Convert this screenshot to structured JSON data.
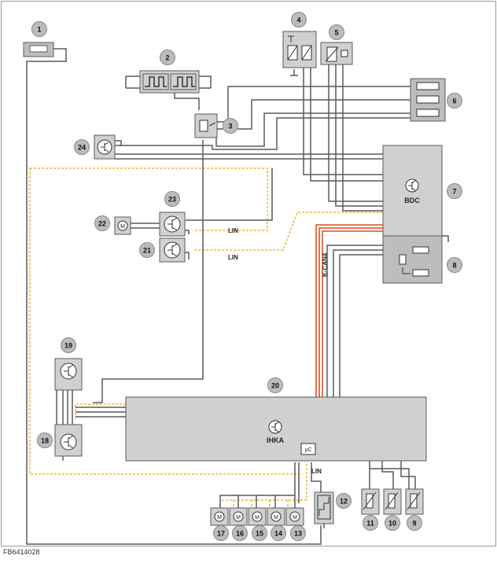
{
  "colors": {
    "wire": "#5a5a5a",
    "box": "#d0d0d0",
    "box_dark": "#bdbdbd",
    "badge": "#bcbcbc",
    "lin": "#f0b43c",
    "can": "#e0683c"
  },
  "labels": {
    "bdc": "BDC",
    "ihka": "IHKA",
    "kcan": "K-CAN4",
    "lin_a": "LIN",
    "lin_b": "LIN",
    "lin_c": "LIN",
    "uc": "µC",
    "footer": "FB6414028"
  },
  "badges": [
    "1",
    "2",
    "3",
    "4",
    "5",
    "6",
    "7",
    "8",
    "9",
    "10",
    "11",
    "12",
    "13",
    "14",
    "15",
    "16",
    "17",
    "18",
    "19",
    "20",
    "21",
    "22",
    "23",
    "24"
  ]
}
